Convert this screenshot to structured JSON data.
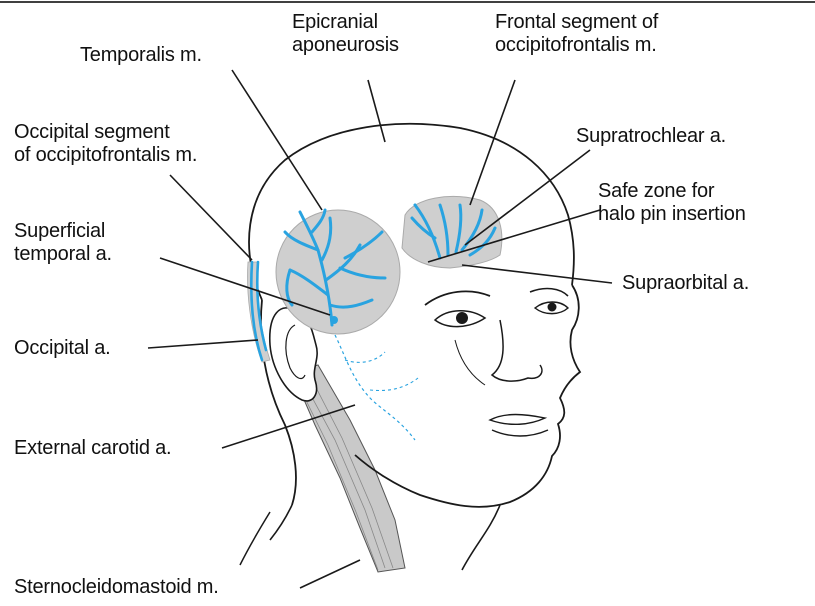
{
  "labels": {
    "epicranial_aponeurosis": [
      "Epicranial",
      "aponeurosis"
    ],
    "frontal_segment": [
      "Frontal segment of",
      "occipitofrontalis m."
    ],
    "temporalis": "Temporalis m.",
    "occipital_segment": [
      "Occipital segment",
      "of occipitofrontalis m."
    ],
    "supratrochlear": "Supratrochlear a.",
    "safe_zone": [
      "Safe zone for",
      "halo pin insertion"
    ],
    "superficial_temporal": [
      "Superficial",
      "temporal a."
    ],
    "supraorbital": "Supraorbital a.",
    "occipital_artery": "Occipital a.",
    "external_carotid": "External carotid a.",
    "sternocleidomastoid": "Sternocleidomastoid m."
  },
  "colors": {
    "artery": "#29a3e0",
    "muscle": "#c4c4c4",
    "outline": "#1a1a1a"
  }
}
